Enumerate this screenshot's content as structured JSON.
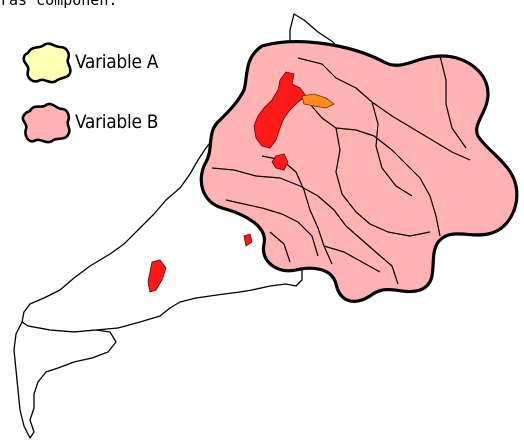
{
  "header": {
    "caption": "ras componen:"
  },
  "legend": {
    "items": [
      {
        "label": "Variable A",
        "fill": "#ffffb5",
        "icon": "yellow-blob-icon"
      },
      {
        "label": "Variable B",
        "fill": "#ffb3b3",
        "icon": "pink-blob-icon"
      }
    ]
  },
  "map": {
    "colors": {
      "background": "#ffffff",
      "boundary": "#000000",
      "variable_b_zone": "#ffb3b3",
      "red_area": "#ff1a1a",
      "orange_area": "#ff8c1a"
    }
  }
}
